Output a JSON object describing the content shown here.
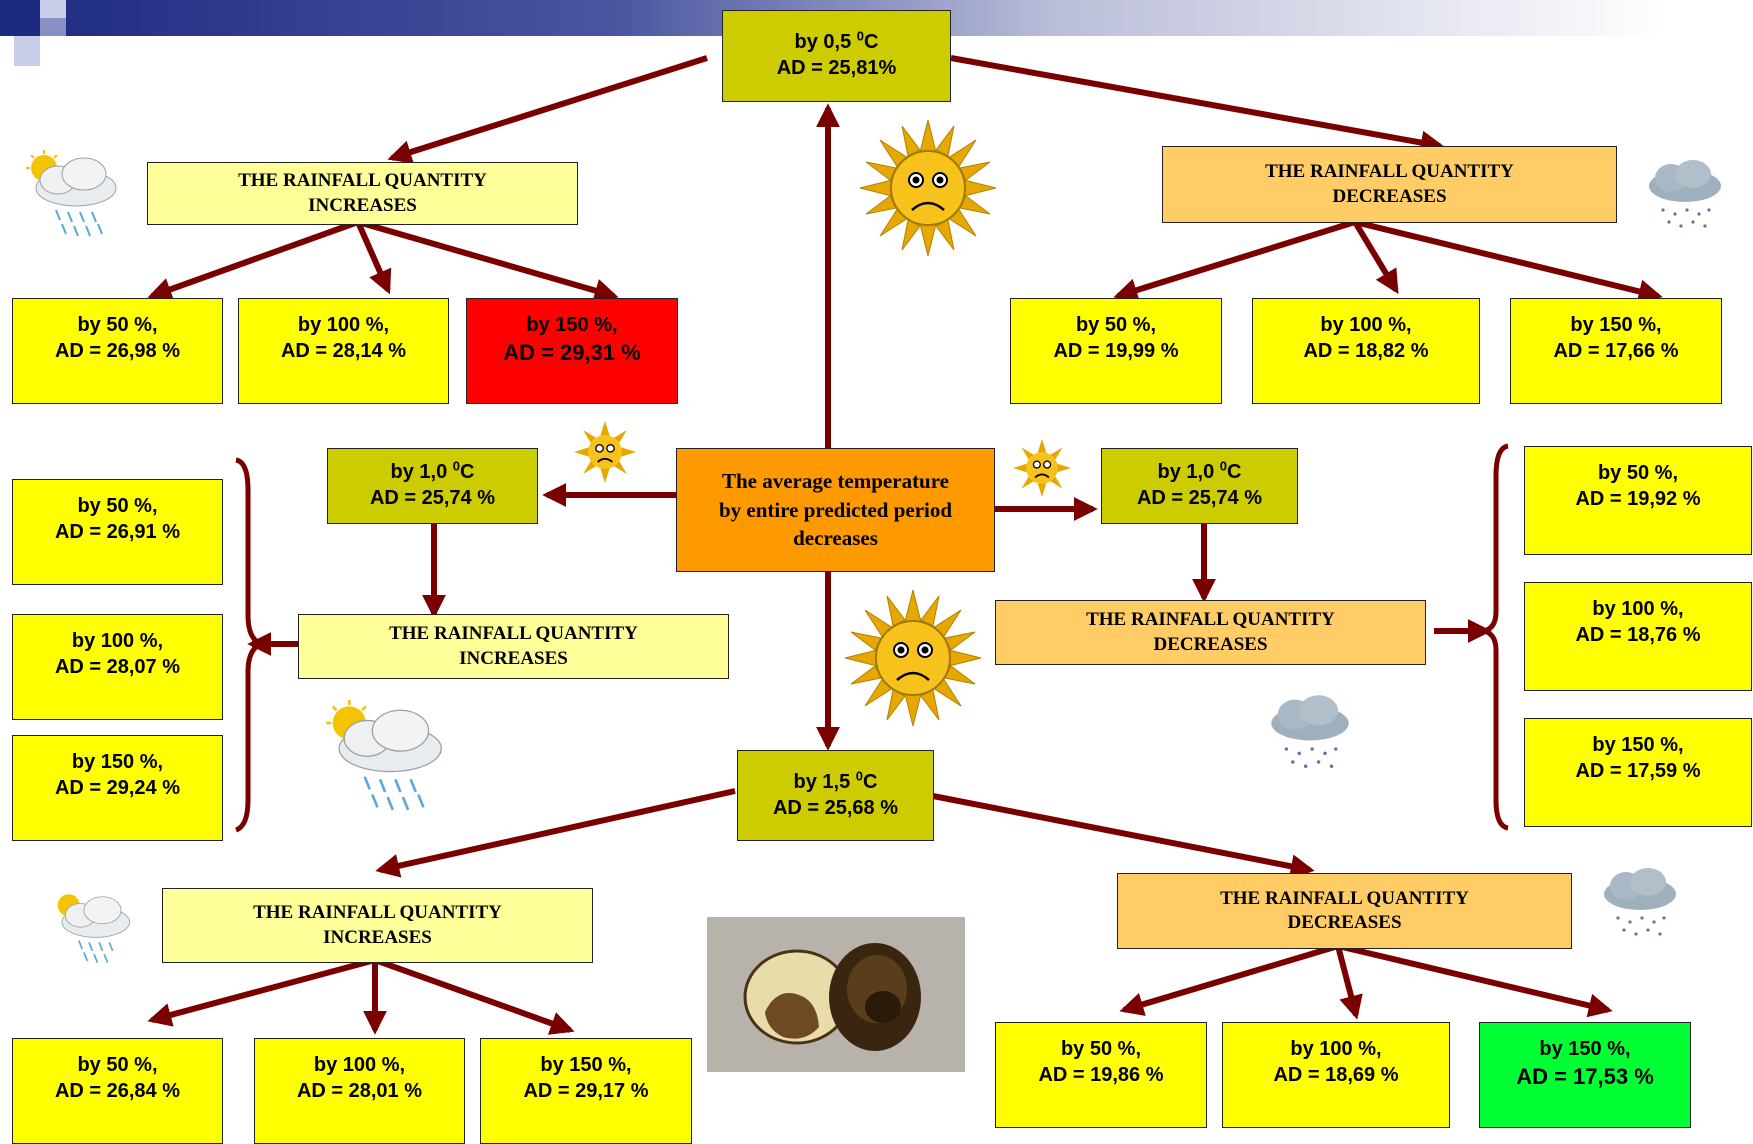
{
  "center": {
    "line1": "The average temperature",
    "line2": "by entire predicted period",
    "line3": "decreases"
  },
  "temps": {
    "t05": {
      "line1": "by  0,5 ",
      "unit": "C",
      "line2": "AD = 25,81%"
    },
    "t10_left": {
      "line1": "by  1,0 ",
      "unit": "C",
      "line2": "AD = 25,74 %"
    },
    "t10_right": {
      "line1": "by  1,0 ",
      "unit": "C",
      "line2": "AD = 25,74 %"
    },
    "t15": {
      "line1": "by  1,5 ",
      "unit": "C",
      "line2": "AD = 25,68 %"
    },
    "degree": "0"
  },
  "rain": {
    "increases": {
      "line1": "THE RAINFALL QUANTITY",
      "line2": "INCREASES"
    },
    "decreases": {
      "line1": "THE RAINFALL QUANTITY",
      "line2": "DECREASES"
    }
  },
  "results": {
    "top_inc": [
      {
        "line1": "by  50 %,",
        "line2": "AD = 26,98 %"
      },
      {
        "line1": "by  100 %,",
        "line2": "AD = 28,14 %"
      },
      {
        "line1": "by  150 %,",
        "line2": "AD = 29,31 %"
      }
    ],
    "top_dec": [
      {
        "line1": "by  50 %,",
        "line2": "AD = 19,99 %"
      },
      {
        "line1": "by  100 %,",
        "line2": "AD = 18,82 %"
      },
      {
        "line1": "by  150 %,",
        "line2": "AD = 17,66 %"
      }
    ],
    "mid_inc": [
      {
        "line1": "by  50 %,",
        "line2": "AD = 26,91 %"
      },
      {
        "line1": "by 100 %,",
        "line2": "AD = 28,07 %"
      },
      {
        "line1": "by  150 %,",
        "line2": "AD = 29,24 %"
      }
    ],
    "mid_dec": [
      {
        "line1": "by 50 %,",
        "line2": "AD = 19,92 %"
      },
      {
        "line1": "by  100 %,",
        "line2": "AD = 18,76 %"
      },
      {
        "line1": "by  150 %,",
        "line2": "AD = 17,59 %"
      }
    ],
    "bot_inc": [
      {
        "line1": "by  50 %,",
        "line2": "AD = 26,84 %"
      },
      {
        "line1": "by  100 %,",
        "line2": "AD = 28,01 %"
      },
      {
        "line1": "by  150 %,",
        "line2": "AD = 29,17 %"
      }
    ],
    "bot_dec": [
      {
        "line1": "by  50 %,",
        "line2": "AD = 19,86 %"
      },
      {
        "line1": "by  100 %,",
        "line2": "AD = 18,69 %"
      },
      {
        "line1": "by  150 %,",
        "line2": "AD = 17,53 %"
      }
    ]
  },
  "colors": {
    "arrow": "#7a0000",
    "result_box": "#ffff00",
    "highest_box": "#ff0000",
    "lowest_box": "#00ff33",
    "temp_box": "#cccc00",
    "center_box": "#ff9900",
    "increase_box": "#ffff99",
    "decrease_box": "#ffcc66"
  },
  "icons": {
    "sun": "sad-sun-icon",
    "sun_cloud_rain": "sun-cloud-rain-icon",
    "rain_cloud": "rain-cloud-icon",
    "photo": "potato-photo"
  }
}
